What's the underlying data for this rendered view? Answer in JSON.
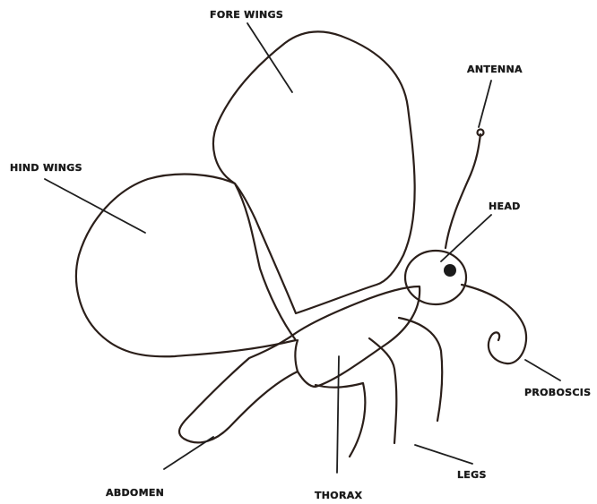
{
  "diagram": {
    "labels": {
      "fore_wings": "FORE WINGS",
      "antenna": "ANTENNA",
      "hind_wings": "HIND WINGS",
      "head": "HEAD",
      "proboscis": "PROBOSCIS",
      "legs": "LEGS",
      "abdomen": "ABDOMEN",
      "thorax": "THORAX"
    }
  }
}
